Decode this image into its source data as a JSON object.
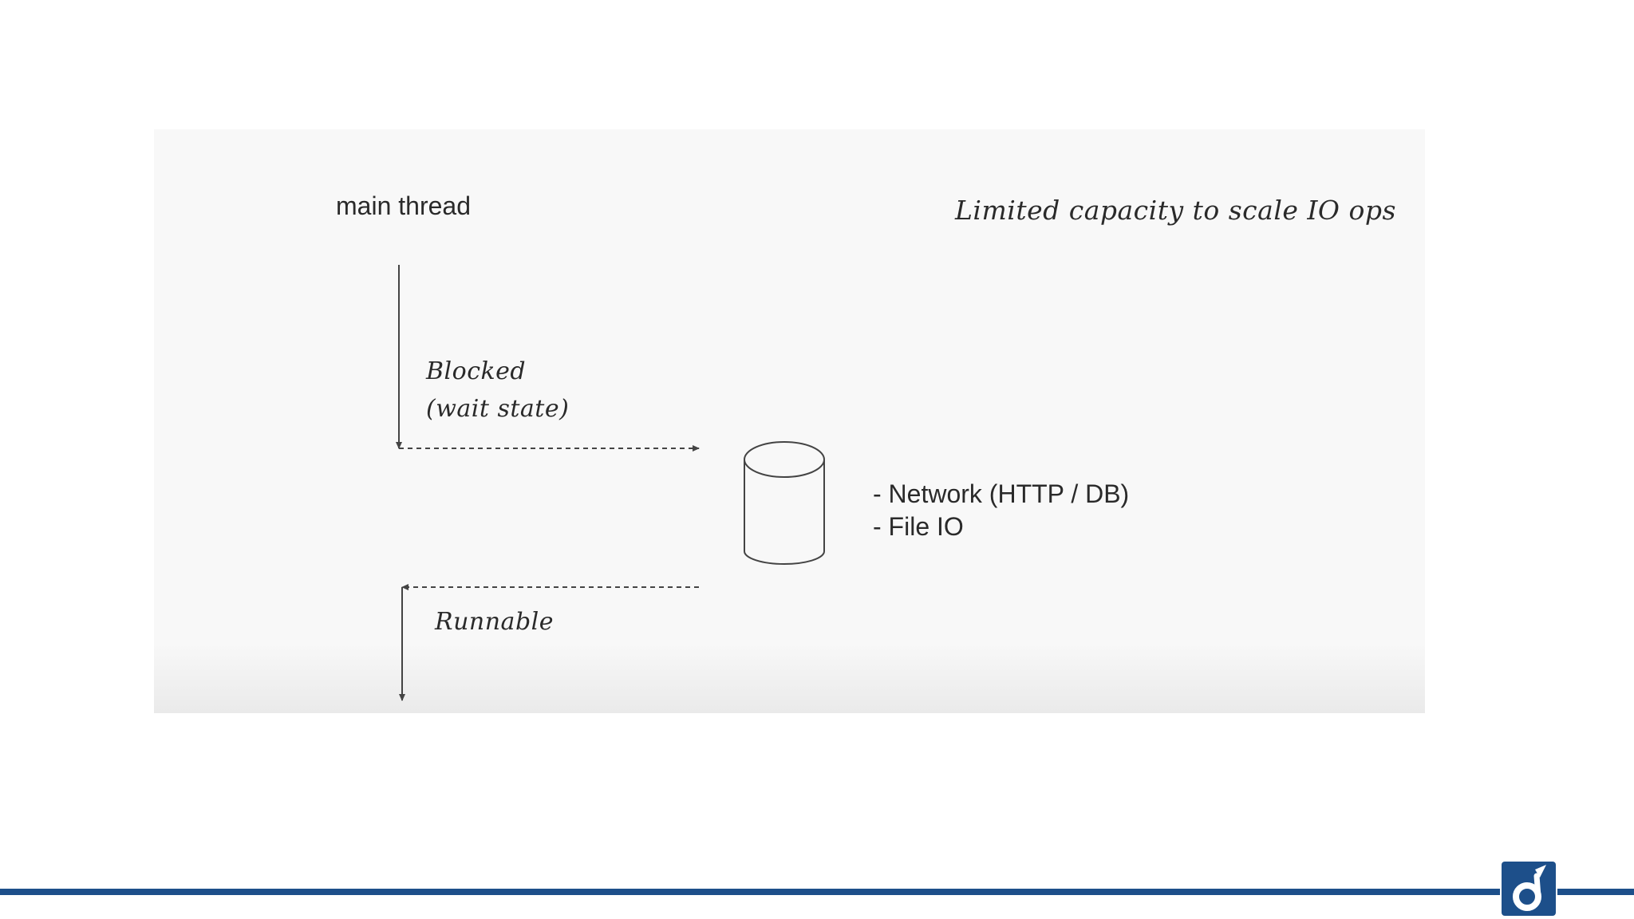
{
  "diagram": {
    "main_thread_label": "main thread",
    "limited_capacity_note": "Limited capacity to scale IO ops",
    "blocked_line1": "Blocked",
    "blocked_line2": "(wait state)",
    "runnable_label": "Runnable",
    "io_items": [
      "- Network (HTTP / DB)",
      "- File IO"
    ],
    "resource_icon": "database-cylinder-icon"
  },
  "footer": {
    "accent_color": "#1d4f8a",
    "logo_icon": "brand-logo-icon"
  },
  "colors": {
    "panel_background": "#f8f8f8",
    "line_color": "#444444",
    "text_color": "#2a2a2a"
  }
}
